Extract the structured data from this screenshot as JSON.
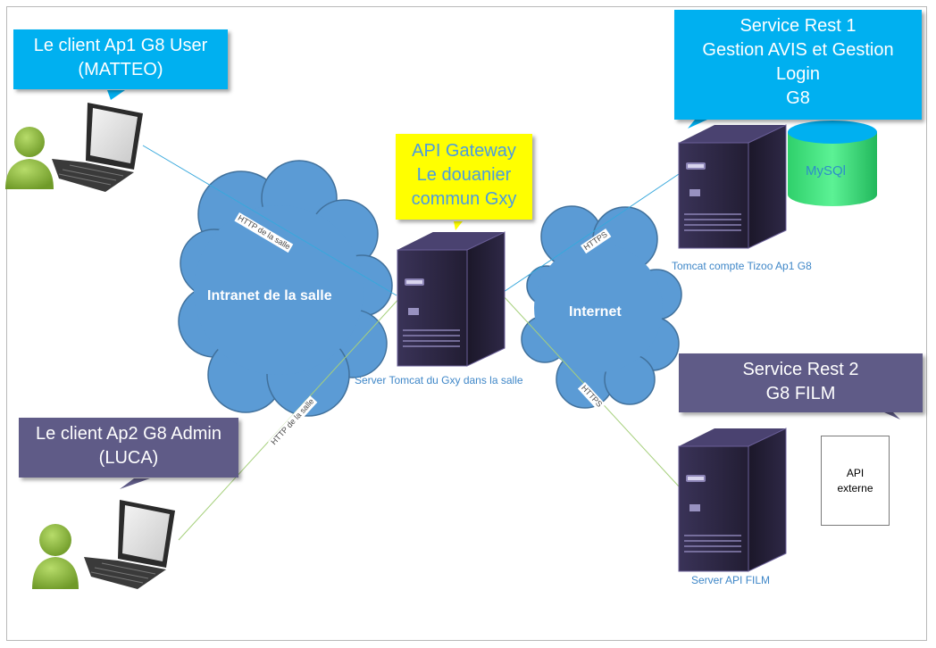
{
  "colors": {
    "cloud": "#5b9bd5",
    "callout_blue": "#00b0f0",
    "callout_purple": "#5f5b87",
    "callout_yellow": "#ffff00",
    "server": "#2b2540",
    "user": "#8cbf3a",
    "db": "#33e07a",
    "link_blue": "#38a8dc",
    "link_green": "#a6d07c"
  },
  "callouts": {
    "client1": {
      "line1": "Le client Ap1 G8 User",
      "line2": "(MATTEO)"
    },
    "client2": {
      "line1": "Le client Ap2 G8 Admin",
      "line2": "(LUCA)"
    },
    "gateway": {
      "line1": "API Gateway",
      "line2": "Le douanier",
      "line3": "commun Gxy"
    },
    "rest1": {
      "line1": "Service Rest 1",
      "line2": "Gestion AVIS et Gestion",
      "line3": "Login",
      "line4": "G8"
    },
    "rest2": {
      "line1": "Service Rest 2",
      "line2": "G8 FILM"
    }
  },
  "clouds": {
    "intranet": "Intranet de la salle",
    "internet": "Internet"
  },
  "servers": {
    "gateway_label": "Server Tomcat du Gxy dans la salle",
    "rest1_label": "Tomcat compte Tizoo Ap1 G8",
    "film_label": "Server API FILM"
  },
  "database": {
    "label": "MySQl"
  },
  "external": {
    "line1": "API",
    "line2": "externe"
  },
  "links": {
    "http1": "HTTP de la salle",
    "http2": "HTTP de la salle",
    "https1": "HTTPS",
    "https2": "HTTPS"
  }
}
